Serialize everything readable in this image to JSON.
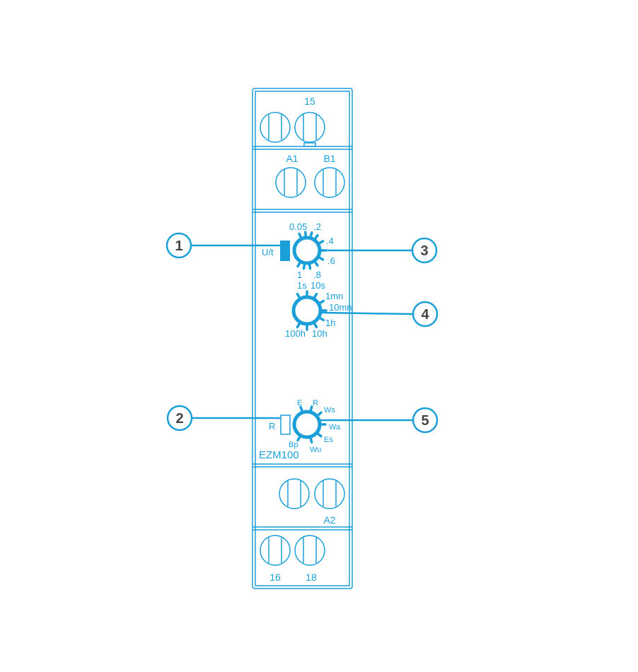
{
  "device": {
    "model": "EZM100",
    "color": "#1a9fd8",
    "terminals_top": {
      "row1_label": "15",
      "row2_labels": [
        "A1",
        "B1"
      ]
    },
    "terminals_bottom": {
      "row1_label": "A2",
      "row2_labels": [
        "16",
        "18"
      ]
    },
    "switch_label": "U/t",
    "reset_label": "R",
    "dial_fine": {
      "labels": [
        "0.05",
        ".2",
        ".4",
        ".6",
        ".8",
        "1"
      ]
    },
    "dial_range": {
      "labels": [
        "1s",
        "10s",
        "1mn",
        "10mn",
        "1h",
        "10h",
        "100h"
      ]
    },
    "dial_function": {
      "labels": [
        "E",
        "R",
        "Ws",
        "Wa",
        "Es",
        "Wu",
        "Bp"
      ]
    }
  },
  "callouts": [
    "1",
    "2",
    "3",
    "4",
    "5"
  ]
}
